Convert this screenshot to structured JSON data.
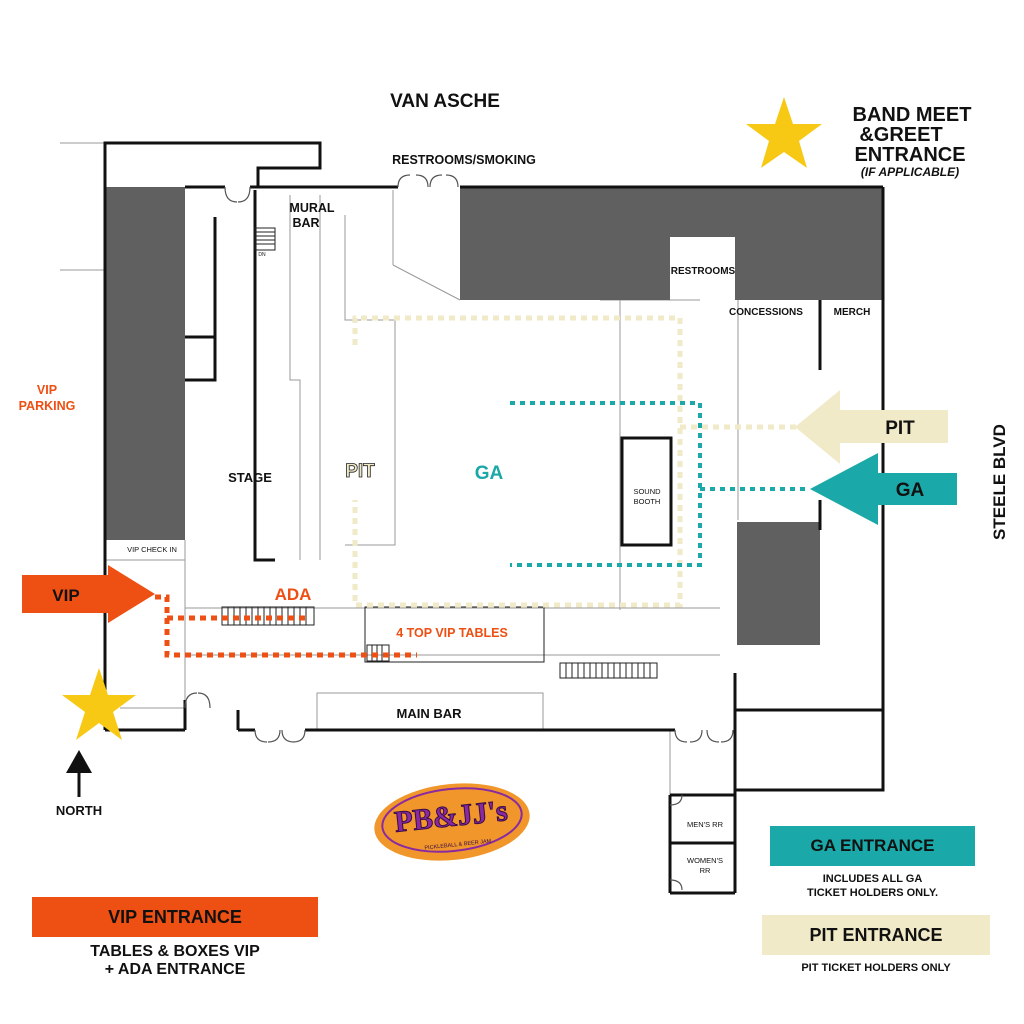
{
  "colors": {
    "wall": "#111111",
    "dark_block": "#606060",
    "vip": "#ee4f12",
    "ga": "#1aa8a8",
    "pit": "#f0eac8",
    "star": "#f7c814",
    "logo_orange": "#f0962a",
    "logo_purple": "#8a2aa0"
  },
  "streets": {
    "north": "VAN ASCHE",
    "east": "STEELE BLVD"
  },
  "compass": {
    "label": "NORTH",
    "icon": "north-arrow-icon"
  },
  "band_meet": {
    "line1": "BAND MEET",
    "line2": "&GREET",
    "line3": "ENTRANCE",
    "note": "(IF APPLICABLE)",
    "icon": "star-icon"
  },
  "vip_parking": {
    "line1": "VIP",
    "line2": "PARKING"
  },
  "areas": {
    "restrooms_smoking": "RESTROOMS/SMOKING",
    "mural_bar_1": "MURAL",
    "mural_bar_2": "BAR",
    "restrooms": "RESTROOMS",
    "concessions": "CONCESSIONS",
    "merch": "MERCH",
    "stage": "STAGE",
    "pit": "PIT",
    "ga": "GA",
    "sound_booth_1": "SOUND",
    "sound_booth_2": "BOOTH",
    "vip_check_in": "VIP CHECK IN",
    "ada": "ADA",
    "vip_tables": "4 TOP VIP TABLES",
    "main_bar": "MAIN BAR",
    "mens_rr": "MEN'S RR",
    "womens_rr_1": "WOMEN'S",
    "womens_rr_2": "RR",
    "dn": "DN"
  },
  "arrows": {
    "vip": "VIP",
    "pit": "PIT",
    "ga": "GA"
  },
  "legend": {
    "ga_title": "GA ENTRANCE",
    "ga_desc_1": "INCLUDES ALL GA",
    "ga_desc_2": "TICKET HOLDERS ONLY.",
    "pit_title": "PIT ENTRANCE",
    "pit_desc": "PIT TICKET HOLDERS ONLY",
    "vip_title": "VIP ENTRANCE",
    "vip_desc_1": "TABLES & BOXES VIP",
    "vip_desc_2": "+ ADA ENTRANCE"
  },
  "logo": {
    "text": "PB&JJ's",
    "tagline": "PICKLEBALL & BEER JAM"
  }
}
